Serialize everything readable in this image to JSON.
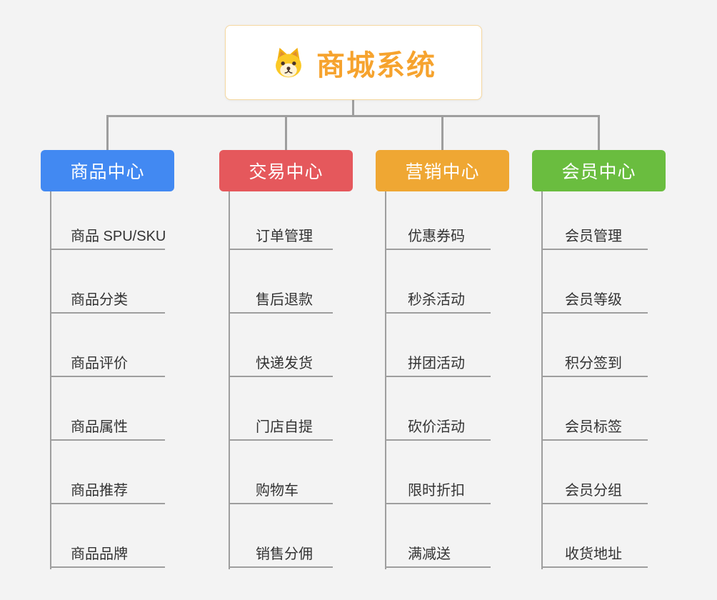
{
  "root": {
    "title": "商城系统",
    "icon": "dog-face-icon",
    "title_color": "#f6a32e"
  },
  "branches": [
    {
      "label": "商品中心",
      "color": "#4289f2",
      "children": [
        "商品 SPU/SKU",
        "商品分类",
        "商品评价",
        "商品属性",
        "商品推荐",
        "商品品牌"
      ]
    },
    {
      "label": "交易中心",
      "color": "#e5585c",
      "children": [
        "订单管理",
        "售后退款",
        "快递发货",
        "门店自提",
        "购物车",
        "销售分佣"
      ]
    },
    {
      "label": "营销中心",
      "color": "#efa733",
      "children": [
        "优惠券码",
        "秒杀活动",
        "拼团活动",
        "砍价活动",
        "限时折扣",
        "满减送"
      ]
    },
    {
      "label": "会员中心",
      "color": "#6abd3f",
      "children": [
        "会员管理",
        "会员等级",
        "积分签到",
        "会员标签",
        "会员分组",
        "收货地址"
      ]
    }
  ],
  "connector_color": "#9e9e9e"
}
